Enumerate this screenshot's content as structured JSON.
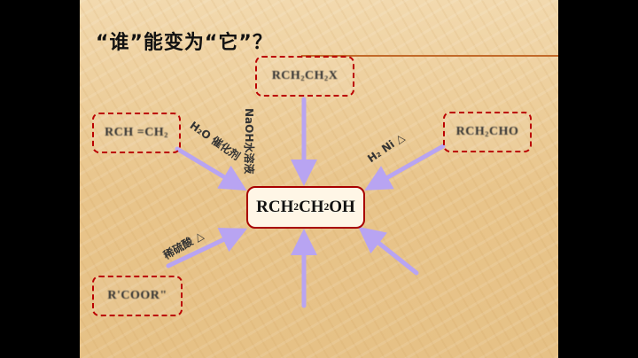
{
  "slide": {
    "title": "“谁”能变为“它”？",
    "center_formula": {
      "part1": "RCH",
      "sub1": "2",
      "part2": "CH",
      "sub2": "2",
      "part3": "OH"
    }
  },
  "reactants": {
    "top": {
      "p1": "RCH",
      "s1": "2",
      "p2": "CH",
      "s2": "2",
      "p3": "X"
    },
    "left": {
      "p1": "RCH =CH",
      "s1": "2"
    },
    "right": {
      "p1": "RCH",
      "s1": "2",
      "p2": "CHO"
    },
    "bottom_left": {
      "p1": "R'COOR\""
    }
  },
  "conditions": {
    "top": "NaOH水溶液",
    "left": "H₂O 催化剂",
    "right": "H₂ Ni △",
    "bottom_left": "稀硫酸 △"
  },
  "colors": {
    "arrow": "#b8a4f2",
    "box_border": "#b00000",
    "rule": "#c26a2a"
  }
}
